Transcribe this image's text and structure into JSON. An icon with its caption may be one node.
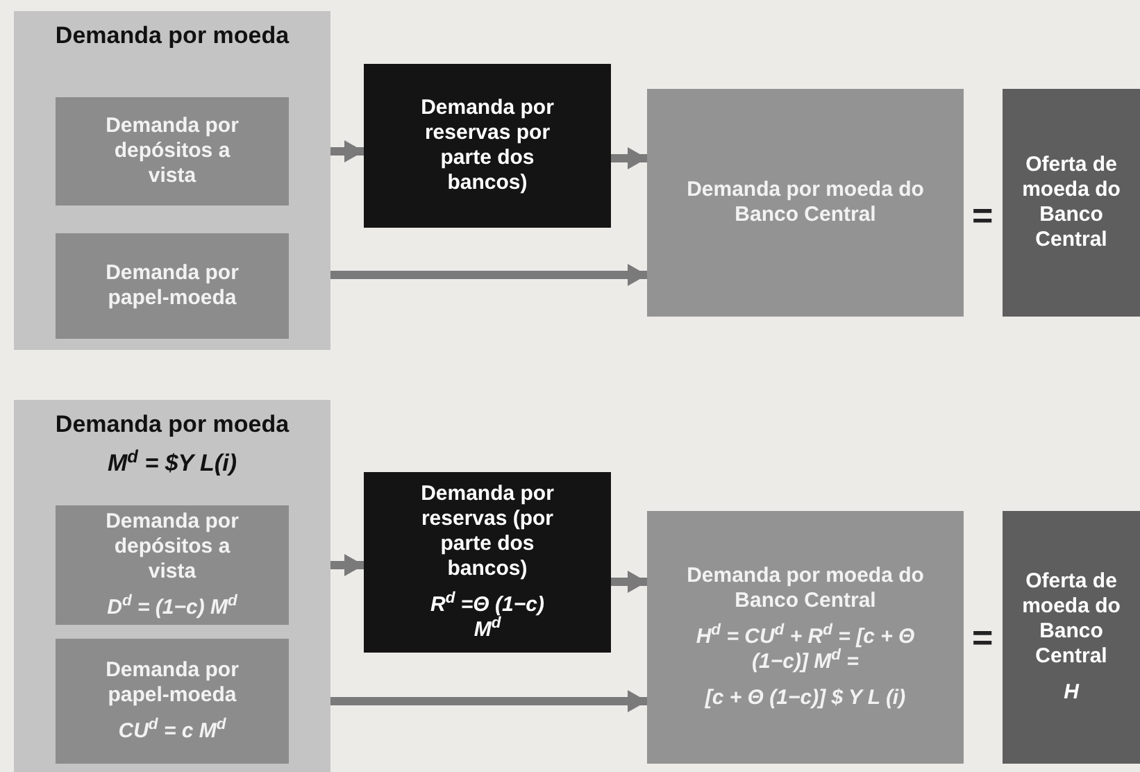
{
  "diagram": {
    "nodes": [
      {
        "text": [
          "Demanda por moeda"
        ]
      },
      {
        "text": [
          "Demanda por depósitos a vista"
        ],
        "in": 0
      },
      {
        "text": [
          "Demanda por papel-moeda"
        ],
        "in": 0
      },
      {
        "text": [
          "Demanda por reservas por parte dos bancos)"
        ]
      },
      {
        "text": [
          "Demanda por moeda do Banco Central"
        ]
      },
      {
        "text": [
          "Oferta de moeda do Banco Central"
        ]
      },
      {
        "text": [
          "Demanda por moeda",
          "M$^{d}$ = $Y L(i)"
        ]
      },
      {
        "text": [
          "Demanda por depósitos a vista",
          "D$^{d}$ = (1−c) M$^{d}$"
        ],
        "in": 6
      },
      {
        "text": [
          "Demanda por papel-moeda",
          "CU$^{d}$ = c M$^{d}$"
        ],
        "in": 6
      },
      {
        "text": [
          "Demanda por reservas (por parte dos bancos)",
          "R$^{d}$ =Θ  (1−c) M$^{d}$"
        ]
      },
      {
        "text": [
          "Demanda por moeda do Banco Central",
          "H$^{d}$ = CU$^{d}$ + R$^{d}$ = [c + Θ (1−c)] M$^{d}$ =",
          "[c + Θ (1−c)] $ Y L (i)"
        ]
      },
      {
        "text": [
          "Oferta de moeda do Banco Central",
          "H"
        ]
      }
    ],
    "edges": [
      {
        "from": 1,
        "to": 3,
        "arrow": "to"
      },
      {
        "from": 3,
        "to": 4,
        "arrow": "to"
      },
      {
        "from": 2,
        "to": 4,
        "arrow": "to"
      },
      {
        "from": 7,
        "to": 9,
        "arrow": "to"
      },
      {
        "from": 9,
        "to": 10,
        "arrow": "to"
      },
      {
        "from": 8,
        "to": 10,
        "arrow": "to"
      }
    ],
    "labels": [
      "=",
      "="
    ]
  }
}
